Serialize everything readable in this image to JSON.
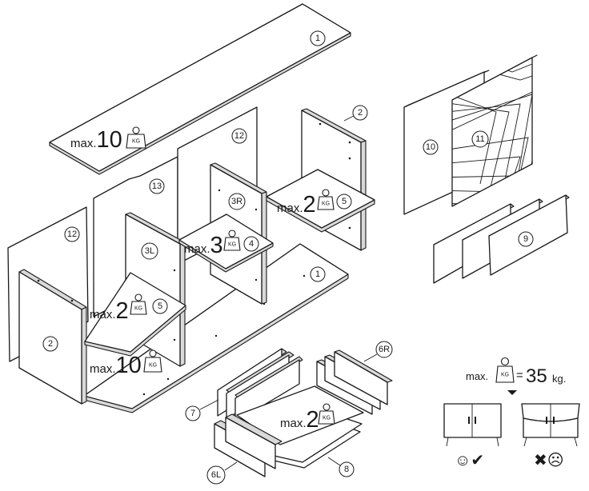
{
  "parts": {
    "top_panel": "1",
    "bottom_panel": "1",
    "side_left": "2",
    "side_right": "2",
    "divider_left": "3L",
    "divider_right": "3R",
    "shelf_center": "4",
    "shelf_left": "5",
    "shelf_right": "5",
    "drawer_side_left": "6L",
    "drawer_side_right": "6R",
    "drawer_front_back": "7",
    "drawer_bottom": "8",
    "drawer_fronts": "9",
    "door_plain": "10",
    "door_pattern": "11",
    "back_left": "12",
    "back_right": "12",
    "back_center": "13"
  },
  "loads": {
    "prefix": "max.",
    "top": "10",
    "bottom": "10",
    "shelf_left": "2",
    "shelf_center": "3",
    "shelf_right": "2",
    "drawer": "2",
    "weight_label": "KG"
  },
  "rule": {
    "prefix": "max.",
    "equals": "=",
    "value": "35",
    "unit": "kg.",
    "ok_mark": "☺✔",
    "bad_mark": "✖☹"
  }
}
